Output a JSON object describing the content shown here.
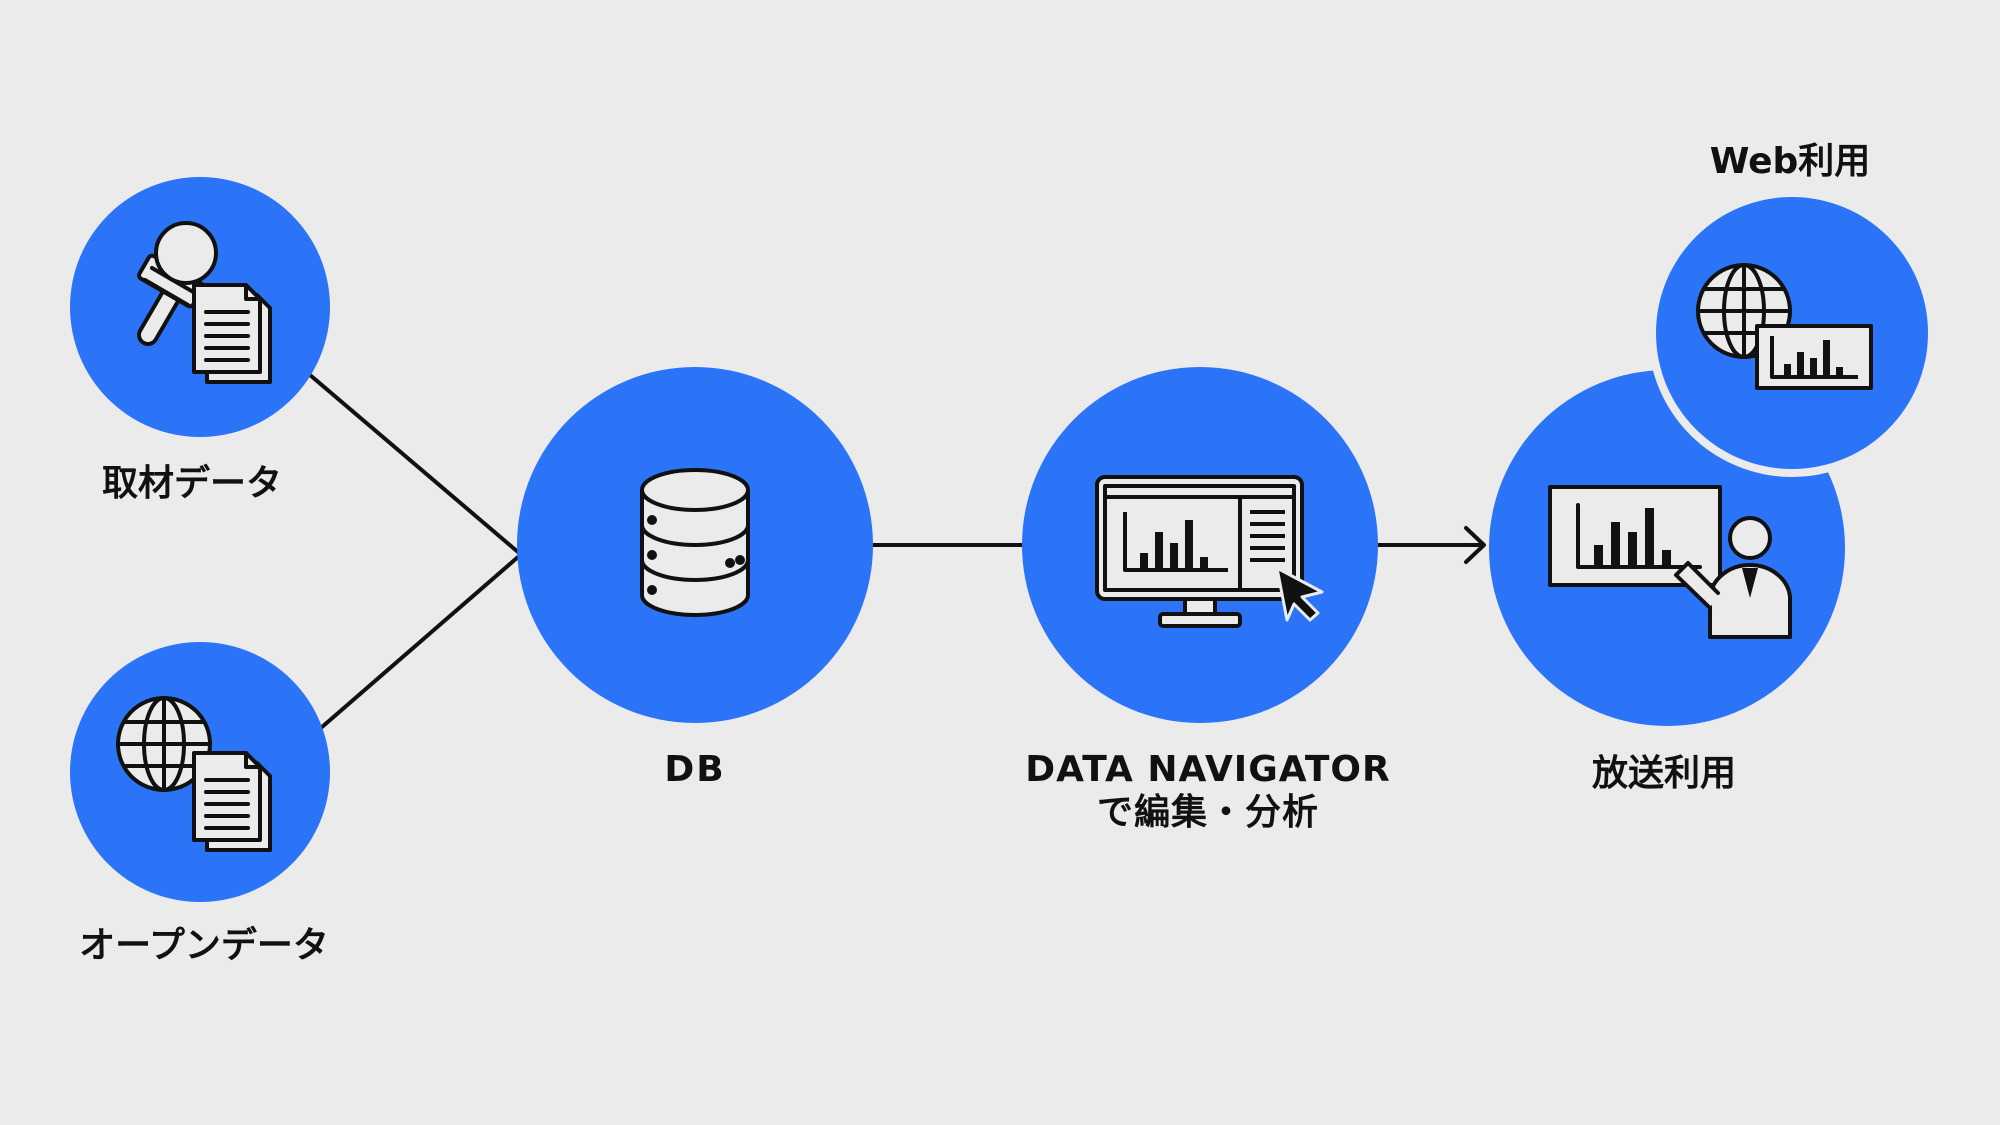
{
  "nodes": {
    "interview_data": {
      "label": "取材データ",
      "icon": "microphone-document-icon"
    },
    "open_data": {
      "label": "オープンデータ",
      "icon": "globe-document-icon"
    },
    "db": {
      "label": "DB",
      "icon": "database-icon"
    },
    "data_navigator": {
      "label_line1": "DATA NAVIGATOR",
      "label_line2": "で編集・分析",
      "icon": "monitor-chart-icon"
    },
    "broadcast_use": {
      "label": "放送利用",
      "icon": "presenter-chart-icon"
    },
    "web_use": {
      "label": "Web利用",
      "icon": "globe-chart-icon"
    }
  },
  "colors": {
    "background": "#ebebeb",
    "node_fill": "#2b74f7",
    "line": "#111111",
    "icon_fill": "#ebebeb",
    "icon_stroke": "#111111"
  }
}
